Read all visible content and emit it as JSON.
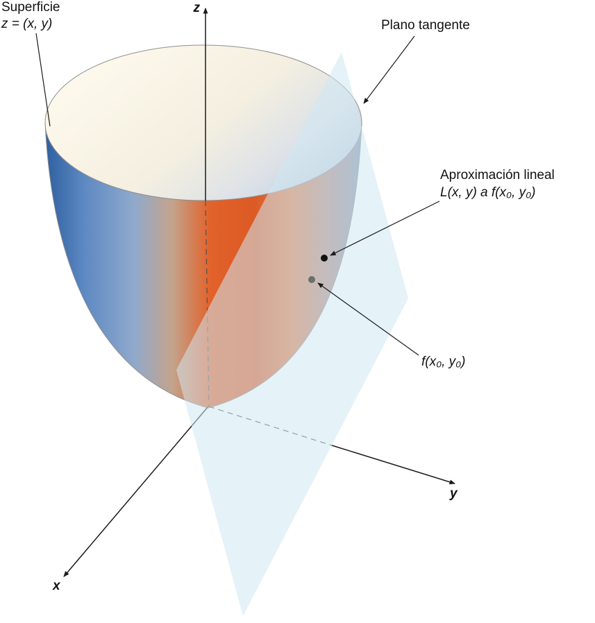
{
  "figure": {
    "annotations": {
      "surface": {
        "line1": "Superficie",
        "line2": "z = (x, y)"
      },
      "tangent_plane": "Plano tangente",
      "linear_approximation": {
        "line1": "Aproximación lineal",
        "line2": "L(x, y) a f(x₀, y₀)"
      },
      "function_point": "f(x₀, y₀)"
    },
    "axes": {
      "x": "x",
      "y": "y",
      "z": "z"
    },
    "colors": {
      "blue_edge": "#2e5f9f",
      "blue_mid": "#5c88c2",
      "blue_light": "#8fa9cc",
      "tan_transition": "#c3a48d",
      "orange": "#e2622b",
      "orange_deep": "#dc5a24",
      "orange_light": "#e07a45",
      "right_blend": "#b08a85",
      "rim_gray_blue": "#8294ad",
      "interior_cream": "#fdf9ec",
      "interior_cream2": "#f4efe0",
      "interior_fade": "#dde2e8",
      "interior_blue": "#bccbdd",
      "plane": "#cfe7f3",
      "line": "#1a1a1a",
      "dot_black": "#111111",
      "dot_gray": "#6e6e6e"
    }
  }
}
